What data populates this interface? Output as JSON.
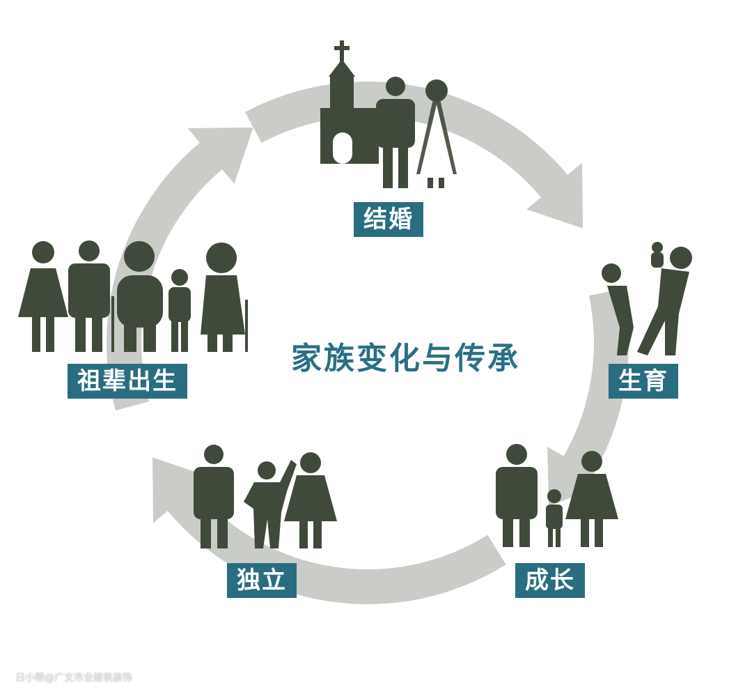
{
  "title": "家族变化与传承",
  "stages": [
    {
      "id": "marriage",
      "label": "结婚"
    },
    {
      "id": "birth",
      "label": "生育"
    },
    {
      "id": "growth",
      "label": "成长"
    },
    {
      "id": "independence",
      "label": "独立"
    },
    {
      "id": "grandparents",
      "label": "祖辈出生"
    }
  ],
  "watermark": "日小帮@广文市业建筑装饰",
  "colors": {
    "figure": "#3f4a3b",
    "label_bg": "#2b6d80",
    "arrow": "#c9ccc7",
    "title": "#2b6f84"
  }
}
